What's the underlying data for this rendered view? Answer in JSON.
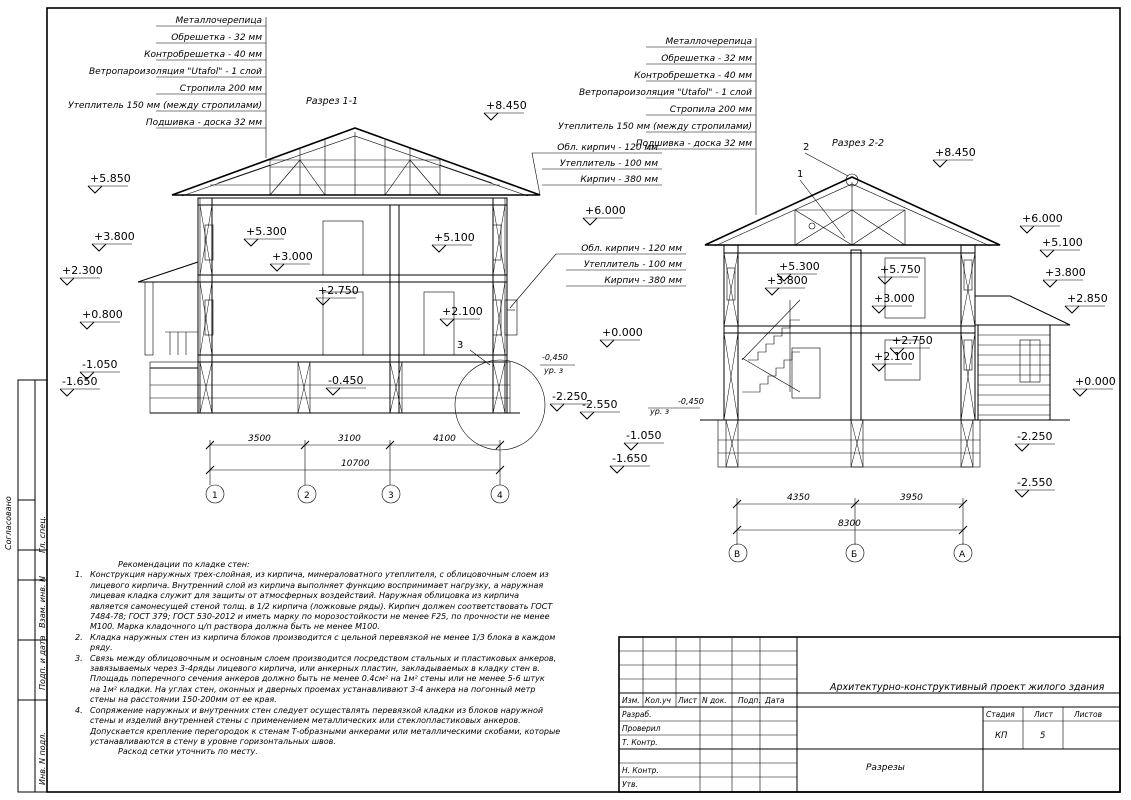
{
  "section1": {
    "title": "Разрез 1-1",
    "layers": [
      "Металлочерепица",
      "Обрешетка - 32 мм",
      "Контробрешетка - 40 мм",
      "Ветропароизоляция \"Utafol\" - 1 слой",
      "Стропила 200 мм",
      "Утеплитель 150 мм (между стропилами)",
      "Подшивка - доска 32 мм"
    ],
    "wall_top": [
      "Обл. кирпич - 120 мм",
      "Утеплитель - 100 мм",
      "Кирпич - 380 мм"
    ],
    "wall_bottom": [
      "Обл. кирпич - 120 мм",
      "Утеплитель - 100 мм",
      "Кирпич - 380 мм"
    ],
    "levels": {
      "l8450": "+8.450",
      "l5850": "+5.850",
      "l5300": "+5.300",
      "l5100": "+5.100",
      "l6000": "+6.000",
      "l3800": "+3.800",
      "l3000": "+3.000",
      "l2300": "+2.300",
      "l2750": "+2.750",
      "l2100": "+2.100",
      "l0800": "+0.800",
      "l0000": "+0.000",
      "l1050": "-1.050",
      "l1650": "-1.650",
      "l0450": "-0.450",
      "l2250": "-2.250",
      "l2550": "-2.550",
      "gr": "-0,450",
      "gr_label": "ур. з"
    },
    "dims": [
      "3500",
      "3100",
      "4100"
    ],
    "total": "10700",
    "axes": [
      "1",
      "2",
      "3",
      "4"
    ],
    "callout": "3"
  },
  "section2": {
    "title": "Разрез 2-2",
    "layers": [
      "Металлочерепица",
      "Обрешетка - 32 мм",
      "Контробрешетка - 40 мм",
      "Ветропароизоляция \"Utafol\" - 1 слой",
      "Стропила 200 мм",
      "Утеплитель 150 мм (между стропилами)",
      "Подшивка - доска 32 мм"
    ],
    "levels": {
      "l8450": "+8.450",
      "l6000": "+6.000",
      "l5100": "+5.100",
      "l5300": "+5.300",
      "l5750": "+5.750",
      "l3800a": "+3.800",
      "l3800b": "+3.800",
      "l3000": "+3.000",
      "l2850": "+2.850",
      "l2750": "+2.750",
      "l2100": "+2.100",
      "l0000": "+0.000",
      "l2250": "-2.250",
      "l2550": "-2.550",
      "l1050": "-1.050",
      "l1650": "-1.650",
      "gr": "-0,450",
      "gr_label": "ур. з"
    },
    "dims": [
      "4350",
      "3950"
    ],
    "total": "8300",
    "axes": [
      "В",
      "Б",
      "А"
    ],
    "callouts": [
      "1",
      "2"
    ]
  },
  "notes": {
    "title": "Рекомендации по кладке стен:",
    "items": [
      {
        "n": "1.",
        "lines": [
          "Конструкция наружных трех-слойная, из кирпича, минераловатного утеплителя, с облицовочным слоем из",
          "лицевого кирпича. Внутренний  слой из кирпича выполняет функцию воспринимает нагрузку, а наружная",
          "лицевая кладка служит для защиты от атмосферных воздействий. Наружная облицовка из кирпича",
          "является самонесущей стеной толщ. в 1/2 кирпича (ложковые ряды). Кирпич должен соответствовать ГОСТ",
          "7484-78; ГОСТ 379; ГОСТ 530-2012 и иметь марку по морозостойкости не менее F25, по прочности  не менее",
          "М100. Марка кладочного ц/п раствора должна быть не менее М100."
        ]
      },
      {
        "n": "2.",
        "lines": [
          "Кладка наружных стен из кирпича блоков производится с цельной перевязкой не менее 1/3 блока в каждом",
          "ряду."
        ]
      },
      {
        "n": "3.",
        "lines": [
          "Связь между облицовочным и основным слоем производится посредством стальных и пластиковых анкеров,",
          "завязываемых через 3-4ряды лицевого кирпича, или анкерных пластин, закладываемых в кладку стен в.",
          "Площадь поперечного сечения анкеров должно быть не менее 0.4см² на 1м² стены или не менее 5-6 штук",
          "на 1м² кладки. На углах стен, оконных и дверных проемах устанавливают 3-4 анкера на погонный метр",
          "стены на расстоянии 150-200мм от ее края."
        ]
      },
      {
        "n": "4.",
        "lines": [
          " Сопряжение наружных и внутренних стен следует осуществлять перевязкой кладки из блоков наружной",
          "стены и изделий внутренней стены с применением металлических или стеклопластиковых анкеров.",
          "Допускается крепление перегородок к стенам Т-образными анкерами или металлическими скобами, которые",
          "устанавливаются в стену в уровне горизонтальных швов."
        ]
      }
    ],
    "tail": "Раскод сетки уточнить по месту."
  },
  "stamp": {
    "project": "Архитектурно-конструктивный проект жилого здания",
    "cols": [
      "Изм.",
      "Кол.уч",
      "Лист",
      "N док.",
      "Подп.",
      "Дата"
    ],
    "rows": [
      "Разраб.",
      "Проверил",
      "Т. Контр.",
      "",
      "Н. Контр.",
      "Утв."
    ],
    "stage_h": "Стадия",
    "sheet_h": "Лист",
    "sheets_h": "Листов",
    "stage": "КП",
    "sheet": "5",
    "sheets": "",
    "title": "Разрезы"
  },
  "sidebar": [
    "Согласовано",
    "Гл. спец.",
    "Взам. инв. N",
    "Подп. и дата",
    "Инв. N подл."
  ]
}
